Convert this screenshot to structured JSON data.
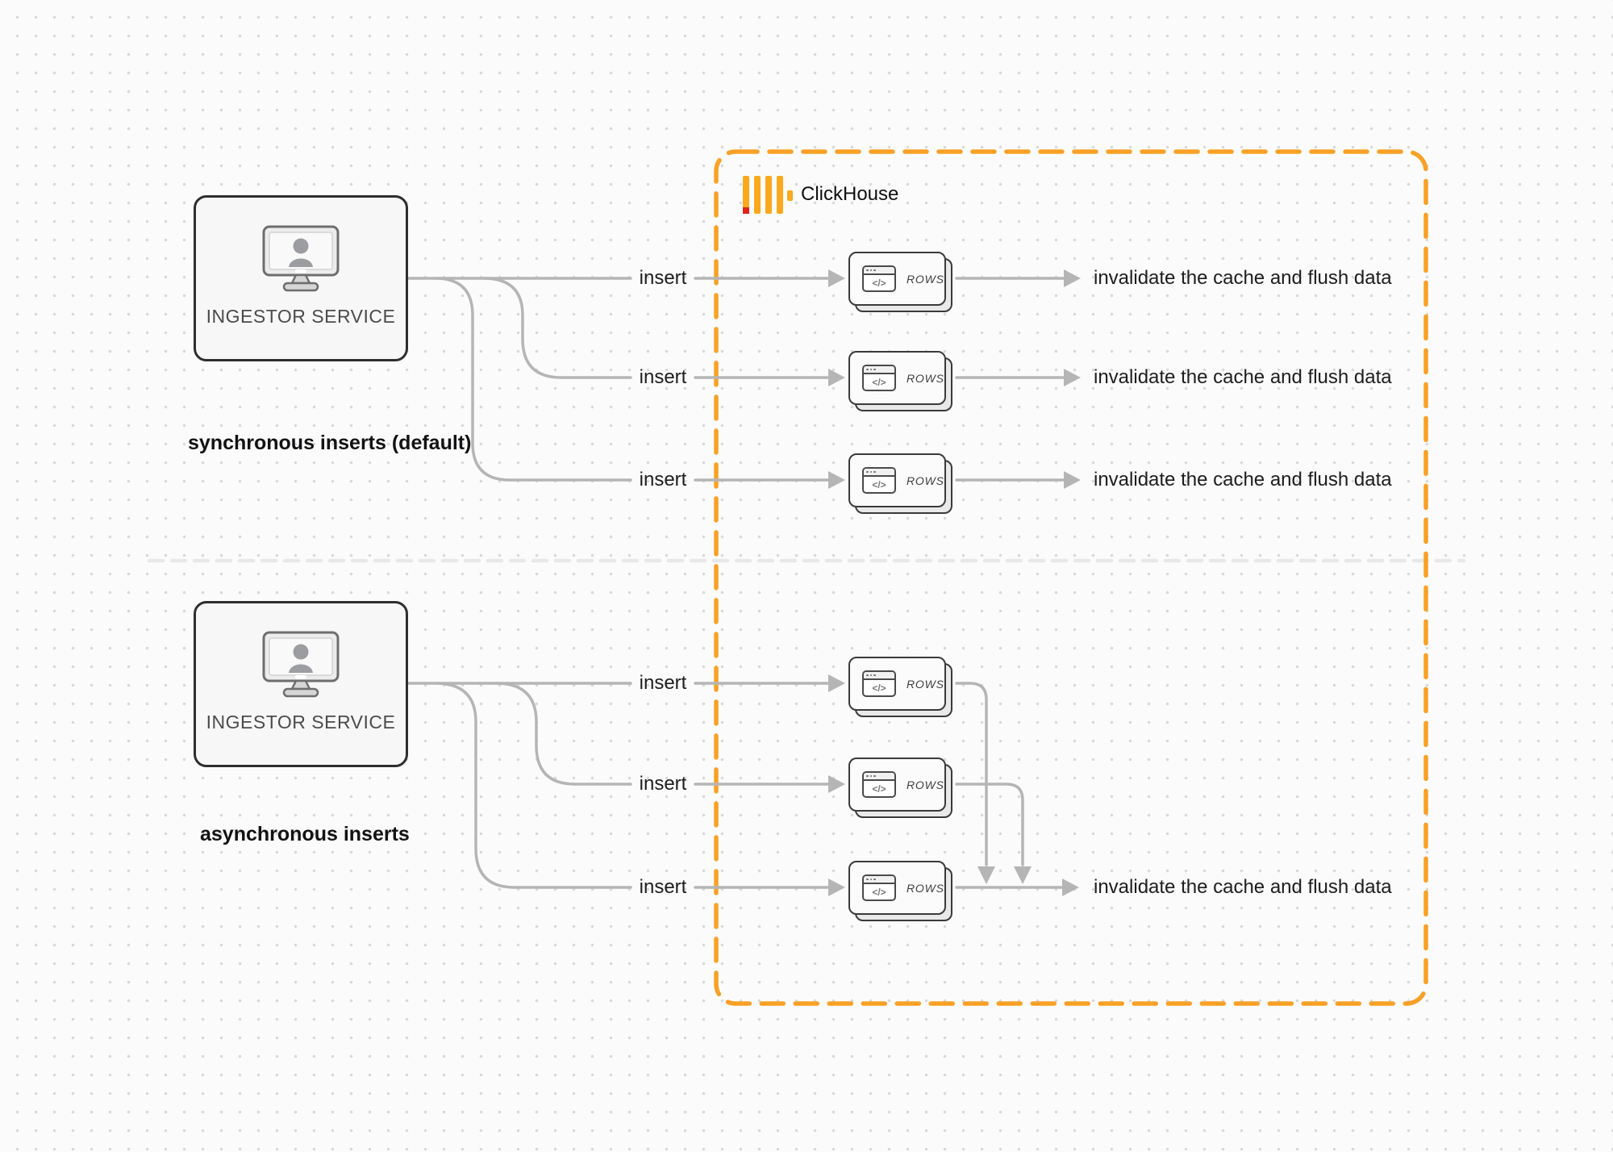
{
  "clickhouse": {
    "title": "ClickHouse"
  },
  "sync_section": {
    "service_label": "INGESTOR SERVICE",
    "caption": "synchronous inserts (default)"
  },
  "async_section": {
    "service_label": "INGESTOR SERVICE",
    "caption": "asynchronous inserts"
  },
  "labels": {
    "insert": "insert",
    "invalidate": "invalidate the cache and flush data"
  },
  "card": {
    "rows_label": "ROWS",
    "icon_glyph": "</>"
  },
  "colors": {
    "accent_orange": "#F9A126",
    "logo_yellow": "#F9A91C",
    "logo_red": "#E0241A",
    "connector_gray": "#B5B5B5",
    "divider_gray": "#E8E8E8",
    "node_border": "#2E2E30",
    "card_border": "#3A3A3C"
  }
}
